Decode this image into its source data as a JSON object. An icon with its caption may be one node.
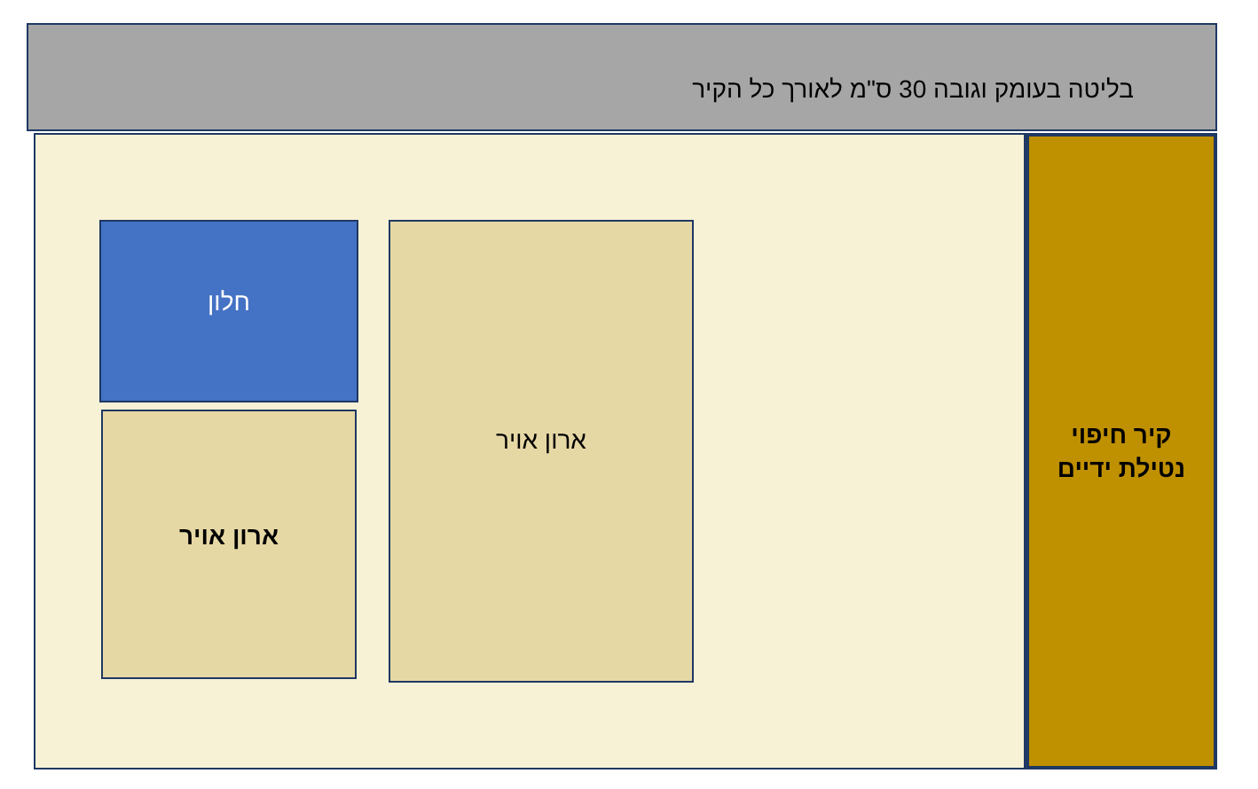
{
  "diagram": {
    "nodes": [
      {
        "text": [
          "בליטה בעומק וגובה 30 ס\"מ לאורך כל הקיר"
        ]
      },
      {
        "text": [],
        "shape": "box"
      },
      {
        "text": [
          "חלון"
        ],
        "in": 1
      },
      {
        "text": [
          "ארון אויר"
        ],
        "in": 1
      },
      {
        "text": [
          "ארון אויר"
        ],
        "in": 1
      },
      {
        "text": [
          "קיר חיפוי נטילת ידיים"
        ]
      }
    ]
  }
}
